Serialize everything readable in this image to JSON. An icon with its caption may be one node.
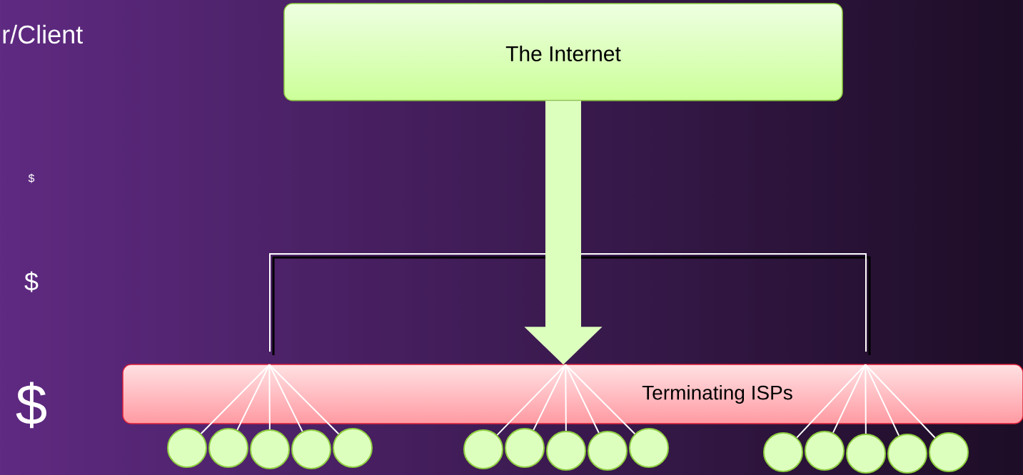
{
  "diagram": {
    "nodes": [
      {
        "text": [
          "The Internet"
        ]
      },
      {
        "text": [
          "Terminating ISPs"
        ]
      },
      {
        "text": [],
        "shape": "circle"
      },
      {
        "text": [],
        "shape": "circle"
      },
      {
        "text": [],
        "shape": "circle"
      },
      {
        "text": [],
        "shape": "circle"
      },
      {
        "text": [],
        "shape": "circle"
      },
      {
        "text": [],
        "shape": "circle"
      },
      {
        "text": [],
        "shape": "circle"
      },
      {
        "text": [],
        "shape": "circle"
      },
      {
        "text": [],
        "shape": "circle"
      },
      {
        "text": [],
        "shape": "circle"
      },
      {
        "text": [],
        "shape": "circle"
      },
      {
        "text": [],
        "shape": "circle"
      },
      {
        "text": [],
        "shape": "circle"
      },
      {
        "text": [],
        "shape": "circle"
      },
      {
        "text": [],
        "shape": "circle"
      }
    ],
    "edges": [
      {
        "from": 0,
        "to": 1,
        "arrow": "to",
        "style": "thick",
        "color": "#ddffbe"
      },
      {
        "from": 1,
        "to": 2,
        "arrow": "none",
        "color": "#ffffff"
      },
      {
        "from": 1,
        "to": 3,
        "arrow": "none",
        "color": "#ffffff"
      },
      {
        "from": 1,
        "to": 4,
        "arrow": "none",
        "color": "#ffffff"
      },
      {
        "from": 1,
        "to": 5,
        "arrow": "none",
        "color": "#ffffff"
      },
      {
        "from": 1,
        "to": 6,
        "arrow": "none",
        "color": "#ffffff"
      },
      {
        "from": 1,
        "to": 7,
        "arrow": "none",
        "color": "#ffffff"
      },
      {
        "from": 1,
        "to": 8,
        "arrow": "none",
        "color": "#ffffff"
      },
      {
        "from": 1,
        "to": 9,
        "arrow": "none",
        "color": "#ffffff"
      },
      {
        "from": 1,
        "to": 10,
        "arrow": "none",
        "color": "#ffffff"
      },
      {
        "from": 1,
        "to": 11,
        "arrow": "none",
        "color": "#ffffff"
      },
      {
        "from": 1,
        "to": 12,
        "arrow": "none",
        "color": "#ffffff"
      },
      {
        "from": 1,
        "to": 13,
        "arrow": "none",
        "color": "#ffffff"
      },
      {
        "from": 1,
        "to": 14,
        "arrow": "none",
        "color": "#ffffff"
      },
      {
        "from": 1,
        "to": 15,
        "arrow": "none",
        "color": "#ffffff"
      },
      {
        "from": 1,
        "to": 16,
        "arrow": "none",
        "color": "#ffffff"
      }
    ],
    "labels": [
      "r/Client",
      "$",
      "$",
      "$"
    ]
  }
}
